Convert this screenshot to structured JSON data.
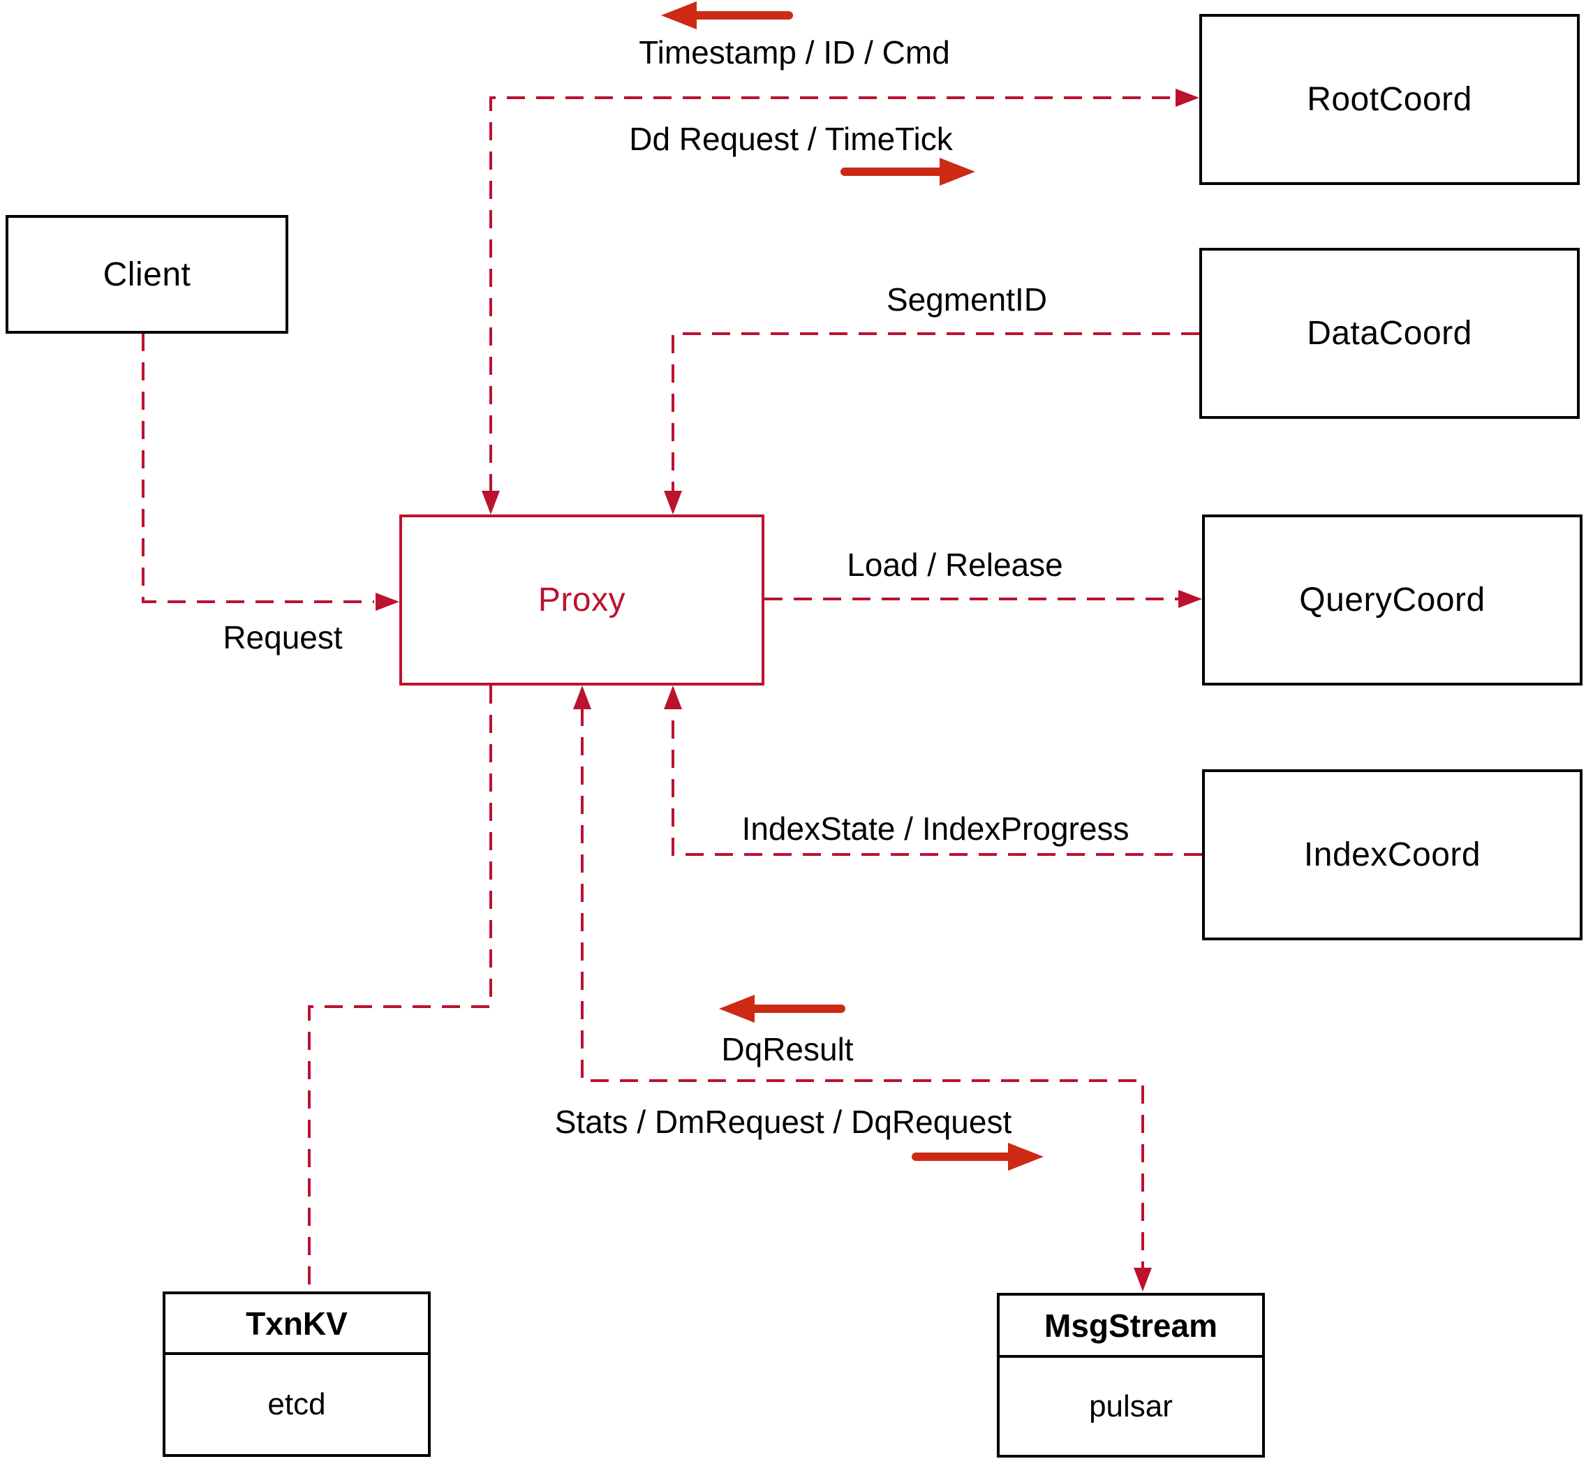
{
  "nodes": {
    "client": {
      "label": "Client"
    },
    "proxy": {
      "label": "Proxy"
    },
    "root_coord": {
      "label": "RootCoord"
    },
    "data_coord": {
      "label": "DataCoord"
    },
    "query_coord": {
      "label": "QueryCoord"
    },
    "index_coord": {
      "label": "IndexCoord"
    },
    "txn_kv": {
      "title": "TxnKV",
      "subtitle": "etcd"
    },
    "msg_stream": {
      "title": "MsgStream",
      "subtitle": "pulsar"
    }
  },
  "edge_labels": {
    "timestamp_id_cmd": "Timestamp / ID / Cmd",
    "dd_request_timetick": "Dd Request / TimeTick",
    "segment_id": "SegmentID",
    "load_release": "Load / Release",
    "index_state_progress": "IndexState / IndexProgress",
    "dq_result": "DqResult",
    "stats_dm_dq_request": "Stats / DmRequest / DqRequest",
    "request": "Request"
  },
  "colors": {
    "connector": "#bb122f",
    "direction_arrow": "#cd2a16",
    "node_border": "#000000"
  }
}
